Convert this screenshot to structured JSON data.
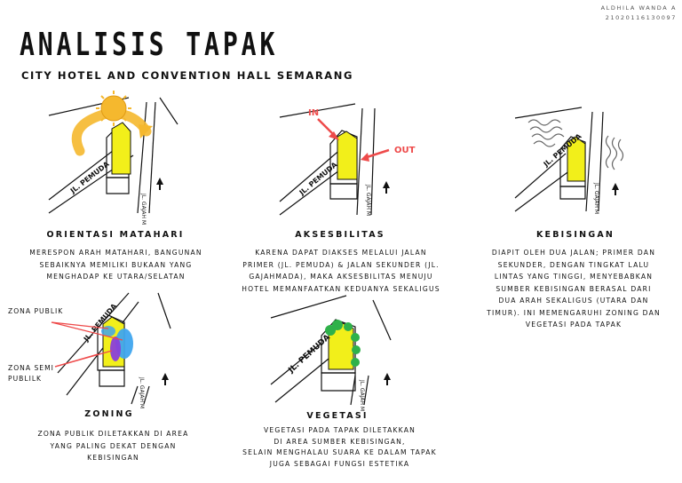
{
  "header": {
    "author_name": "ALDHILA WANDA A",
    "author_id": "21020116130097",
    "title": "ANALISIS TAPAK",
    "subtitle": "CITY HOTEL AND CONVENTION HALL SEMARANG"
  },
  "map_labels": {
    "primary_road": "JL. PEMUDA",
    "secondary_road": "JL. GAJAH M"
  },
  "sections": {
    "orientasi": {
      "title": "ORIENTASI MATAHARI",
      "text_lines": [
        "MERESPON ARAH MATAHARI, BANGUNAN",
        "SEBAIKNYA MEMILIKI BUKAAN YANG",
        "MENGHADAP KE UTARA/SELATAN"
      ]
    },
    "aksesbilitas": {
      "title": "AKSESBILITAS",
      "in_label": "IN",
      "out_label": "OUT",
      "text_lines": [
        "KARENA DAPAT DIAKSES MELALUI JALAN",
        "PRIMER (JL. PEMUDA) & JALAN SEKUNDER (JL.",
        "GAJAHMADA), MAKA AKSESBILITAS MENUJU",
        "HOTEL MEMANFAATKAN KEDUANYA SEKALIGUS"
      ]
    },
    "kebisingan": {
      "title": "KEBISINGAN",
      "text_lines": [
        "DIAPIT OLEH DUA JALAN; PRIMER DAN",
        "SEKUNDER, DENGAN TINGKAT LALU",
        "LINTAS YANG TINGGI, MENYEBABKAN",
        "SUMBER KEBISINGAN BERASAL DARI",
        "DUA ARAH SEKALIGUS (UTARA DAN",
        "TIMUR). INI MEMENGARUHI ZONING DAN",
        "VEGETASI PADA TAPAK"
      ]
    },
    "zoning": {
      "title": "ZONING",
      "zona_publik": "ZONA PUBLIK",
      "zona_semi_1": "ZONA SEMI",
      "zona_semi_2": "PUBLILK",
      "text_lines": [
        "ZONA PUBLIK DILETAKKAN DI AREA",
        "YANG PALING DEKAT DENGAN",
        "KEBISINGAN"
      ]
    },
    "vegetasi": {
      "title": "VEGETASI",
      "text_lines": [
        "VEGETASI PADA TAPAK DILETAKKAN",
        "DI AREA SUMBER KEBISINGAN,",
        "SELAIN MENGHALAU SUARA KE DALAM TAPAK",
        "JUGA SEBAGAI FUNGSI ESTETIKA"
      ]
    }
  },
  "colors": {
    "site_yellow": "#f2ef1a",
    "sun": "#f5b82e",
    "arrow_red": "#ee4a4a",
    "zone_blue": "#3fa5ee",
    "zone_purple": "#8a3fd9",
    "tree_green": "#2fb14a"
  },
  "icons": [
    "sun-icon",
    "north-arrow-icon",
    "noise-wave-icon",
    "tree-icon"
  ]
}
